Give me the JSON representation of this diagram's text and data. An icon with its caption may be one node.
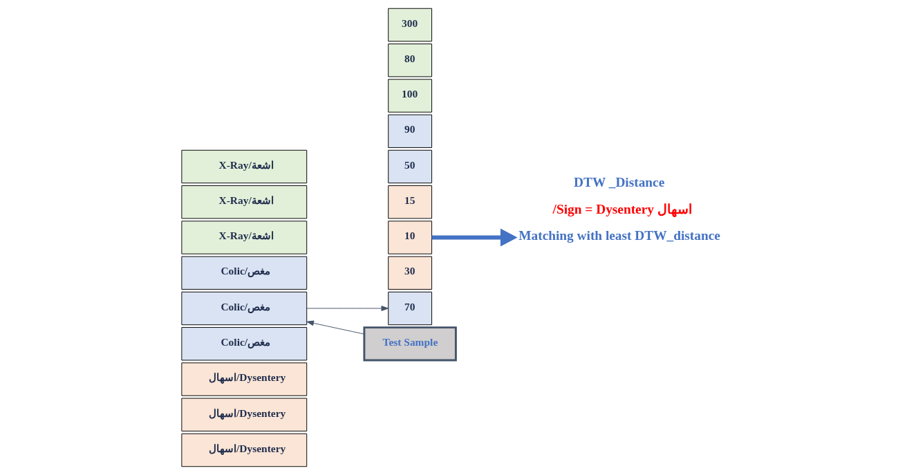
{
  "diagram": {
    "nodes": [
      {
        "text": [
          "اسهال/Dysentery"
        ]
      },
      {
        "text": [
          "اسهال/Dysentery"
        ]
      },
      {
        "text": [
          "اسهال/Dysentery"
        ]
      },
      {
        "text": [
          "Colic/مغص"
        ]
      },
      {
        "text": [
          "Colic/مغص"
        ]
      },
      {
        "text": [
          "Colic/مغص"
        ]
      },
      {
        "text": [
          "X-Ray/اشعة"
        ]
      },
      {
        "text": [
          "X-Ray/اشعة"
        ]
      },
      {
        "text": [
          "X-Ray/اشعة"
        ]
      },
      {
        "text": [
          "Test Sample"
        ]
      },
      {
        "text": [
          "30"
        ]
      },
      {
        "text": [
          "10"
        ]
      },
      {
        "text": [
          "15"
        ]
      },
      {
        "text": [
          "50"
        ]
      },
      {
        "text": [
          "70"
        ]
      },
      {
        "text": [
          "90"
        ]
      },
      {
        "text": [
          "100"
        ]
      },
      {
        "text": [
          "80"
        ]
      },
      {
        "text": [
          "300"
        ]
      },
      {
        "text": [
          "Matching with least DTW_distance"
        ]
      }
    ],
    "edges": [
      {
        "from": 9,
        "to": 4,
        "arrow": "to"
      },
      {
        "from": 4,
        "to": 14,
        "arrow": "to"
      },
      {
        "from": 11,
        "to": 19,
        "arrow": "to",
        "style": "thick",
        "color": "#4472c4"
      }
    ],
    "labels": [
      "/Sign = Dysentery اسهال",
      "DTW _Distance"
    ]
  }
}
